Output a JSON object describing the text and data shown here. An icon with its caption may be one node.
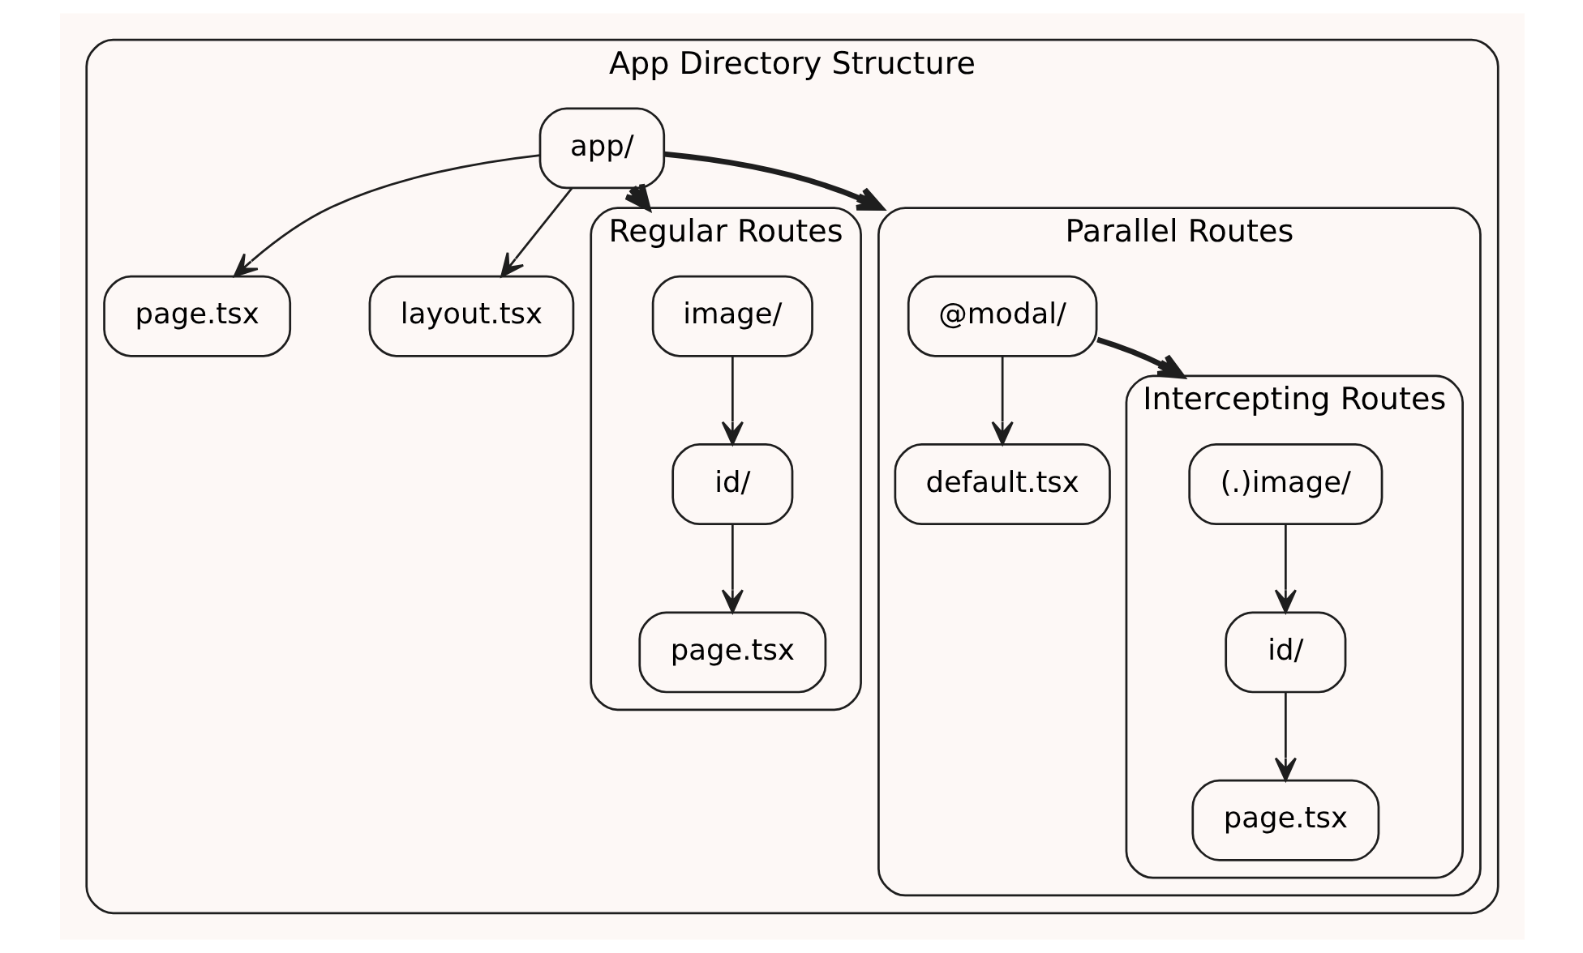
{
  "diagram": {
    "nodes": [
      {
        "text": [
          "App Directory Structure"
        ]
      },
      {
        "text": [
          "app/"
        ],
        "in": 0
      },
      {
        "text": [
          "page.tsx"
        ],
        "in": 0
      },
      {
        "text": [
          "layout.tsx"
        ],
        "in": 0
      },
      {
        "text": [
          "Regular Routes"
        ],
        "in": 0
      },
      {
        "text": [
          "image/"
        ],
        "in": 4
      },
      {
        "text": [
          "id/"
        ],
        "in": 4
      },
      {
        "text": [
          "page.tsx"
        ],
        "in": 4
      },
      {
        "text": [
          "Parallel Routes"
        ],
        "in": 0
      },
      {
        "text": [
          "@modal/"
        ],
        "in": 8
      },
      {
        "text": [
          "default.tsx"
        ],
        "in": 8
      },
      {
        "text": [
          "Intercepting Routes"
        ],
        "in": 8
      },
      {
        "text": [
          "(.)image/"
        ],
        "in": 11
      },
      {
        "text": [
          "id/"
        ],
        "in": 11
      },
      {
        "text": [
          "page.tsx"
        ],
        "in": 11
      }
    ],
    "edges": [
      {
        "from": 1,
        "to": 2,
        "arrow": "to"
      },
      {
        "from": 1,
        "to": 3,
        "arrow": "to"
      },
      {
        "from": 1,
        "to": 4,
        "arrow": "to",
        "style": "thick"
      },
      {
        "from": 1,
        "to": 8,
        "arrow": "to",
        "style": "thick"
      },
      {
        "from": 5,
        "to": 6,
        "arrow": "to"
      },
      {
        "from": 6,
        "to": 7,
        "arrow": "to"
      },
      {
        "from": 9,
        "to": 10,
        "arrow": "to"
      },
      {
        "from": 9,
        "to": 11,
        "arrow": "to",
        "style": "thick"
      },
      {
        "from": 12,
        "to": 13,
        "arrow": "to"
      },
      {
        "from": 13,
        "to": 14,
        "arrow": "to"
      }
    ]
  }
}
